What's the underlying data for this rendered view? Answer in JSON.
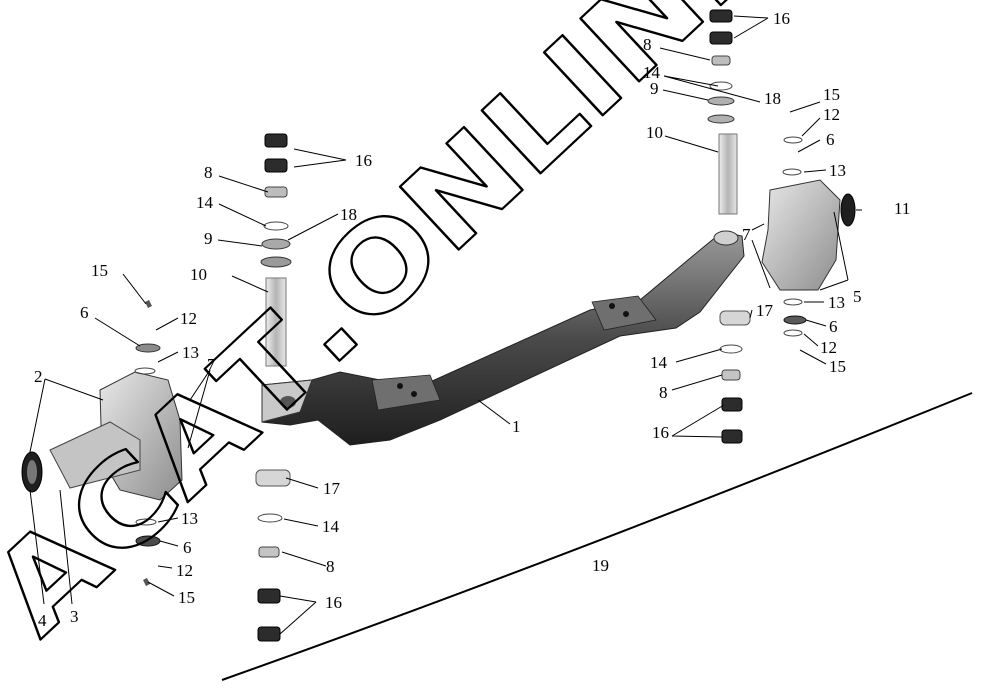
{
  "watermark": {
    "text": "АСАТ.ONLINE"
  },
  "callouts": {
    "c1": "1",
    "c2": "2",
    "c3": "3",
    "c4": "4",
    "c5": "5",
    "c6": "6",
    "c7": "7",
    "c8": "8",
    "c9": "9",
    "c10": "10",
    "c11": "11",
    "c12": "12",
    "c13": "13",
    "c14": "14",
    "c15": "15",
    "c16": "16",
    "c17": "17",
    "c18": "18",
    "c19": "19"
  },
  "colors": {
    "part_dark": "#3a3a3a",
    "part_mid": "#8a8a8a",
    "part_light": "#cfcfcf",
    "line": "#000000"
  }
}
